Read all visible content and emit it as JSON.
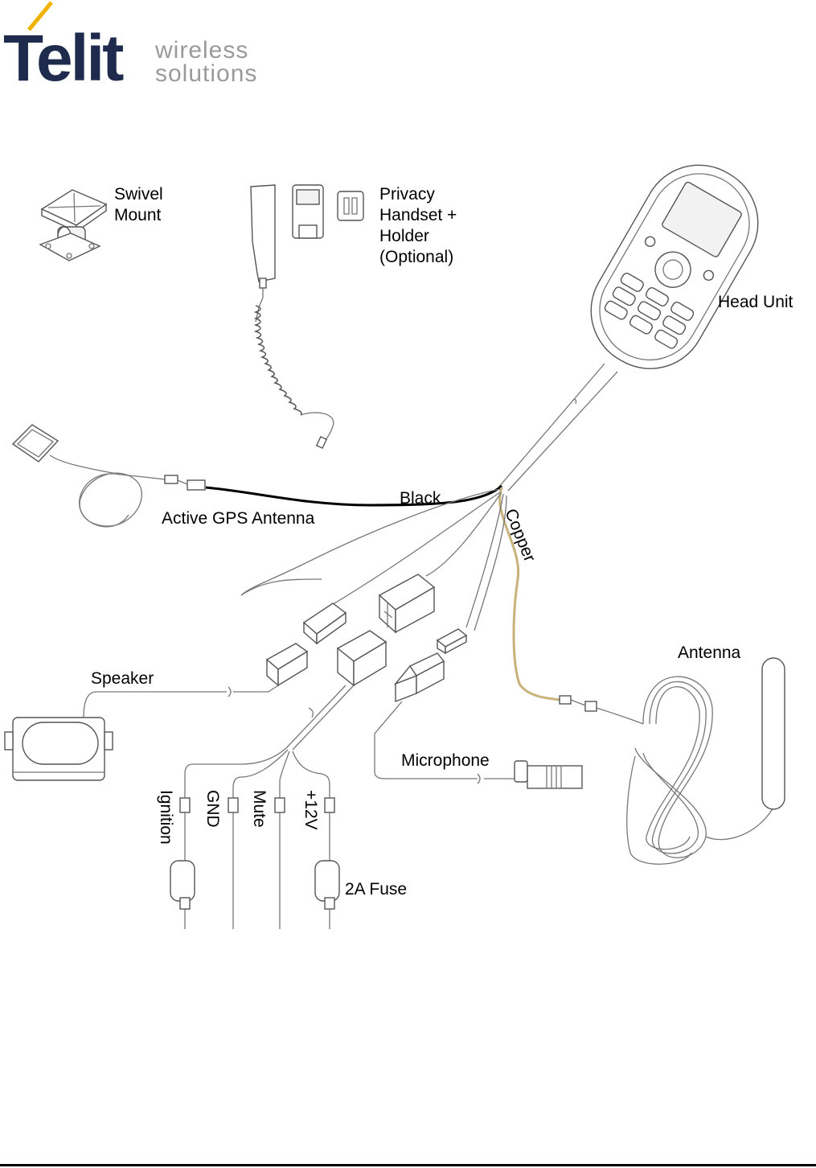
{
  "logo": {
    "brand": "Telit",
    "tagline_line1": "wireless",
    "tagline_line2": "solutions"
  },
  "labels": {
    "swivel_mount_1": "Swivel",
    "swivel_mount_2": "Mount",
    "privacy_1": "Privacy",
    "privacy_2": "Handset +",
    "privacy_3": "Holder",
    "privacy_4": "(Optional)",
    "head_unit": "Head Unit",
    "black": "Black",
    "copper": "Copper",
    "active_gps_antenna": "Active GPS Antenna",
    "antenna": "Antenna",
    "speaker": "Speaker",
    "microphone": "Microphone",
    "ignition": "Ignition",
    "gnd": "GND",
    "mute": "Mute",
    "plus12v": "+12V",
    "fuse": "2A Fuse"
  },
  "colors": {
    "logo_navy": "#1f2b4d",
    "logo_accent": "#f0b400",
    "tagline_gray": "#9a9a9a",
    "black_wire": "#000000",
    "copper_wire": "#c8b27a"
  }
}
